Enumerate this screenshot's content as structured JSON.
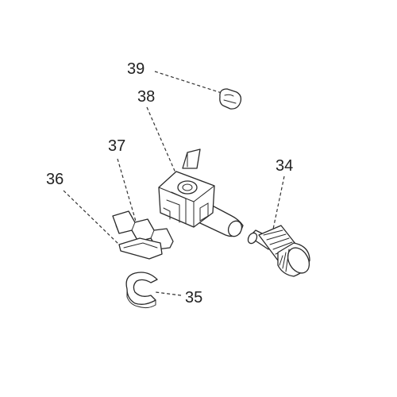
{
  "diagram": {
    "callouts": [
      {
        "id": "39",
        "label": "39"
      },
      {
        "id": "38",
        "label": "38"
      },
      {
        "id": "37",
        "label": "37"
      },
      {
        "id": "36",
        "label": "36"
      },
      {
        "id": "34",
        "label": "34"
      },
      {
        "id": "35",
        "label": "35"
      }
    ],
    "parts": [
      {
        "id": "39",
        "icon": "small-clip-icon"
      },
      {
        "id": "38",
        "icon": "yoke-block-icon"
      },
      {
        "id": "37",
        "icon": "wavy-spring-icon"
      },
      {
        "id": "36",
        "icon": "retaining-clip-icon"
      },
      {
        "id": "35",
        "icon": "c-ring-icon"
      },
      {
        "id": "34",
        "icon": "knurled-screw-icon"
      }
    ],
    "colors": {
      "line": "#2a2a2a",
      "text": "#222222",
      "background": "#ffffff"
    }
  }
}
